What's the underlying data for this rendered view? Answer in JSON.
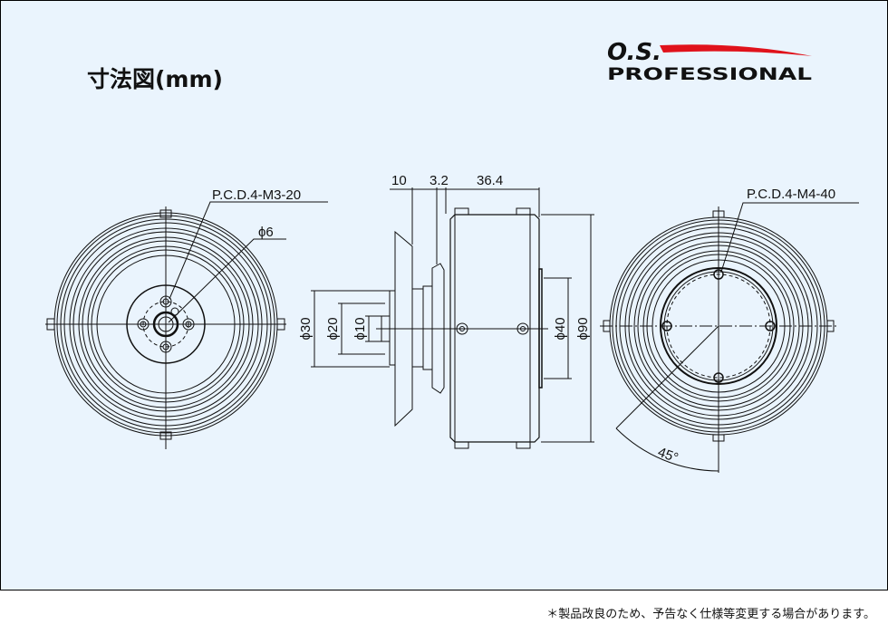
{
  "title": "寸法図(mm)",
  "logo": {
    "top": "O.S.",
    "bottom": "PROFESSIONAL",
    "accent_color": "#e0121b"
  },
  "front_view": {
    "pcd_label": "P.C.D.4-M3-20",
    "shaft_label": "ϕ6"
  },
  "side_view": {
    "dim_10": "10",
    "dim_3_2": "3.2",
    "dim_36_4": "36.4",
    "dia_30": "ϕ30",
    "dia_20": "ϕ20",
    "dia_10": "ϕ10",
    "dia_40": "ϕ40",
    "dia_90": "ϕ90"
  },
  "rear_view": {
    "pcd_label": "P.C.D.4-M4-40",
    "angle_label": "45°"
  },
  "footnote": "＊製品改良のため、予告なく仕様等変更する場合があります。"
}
